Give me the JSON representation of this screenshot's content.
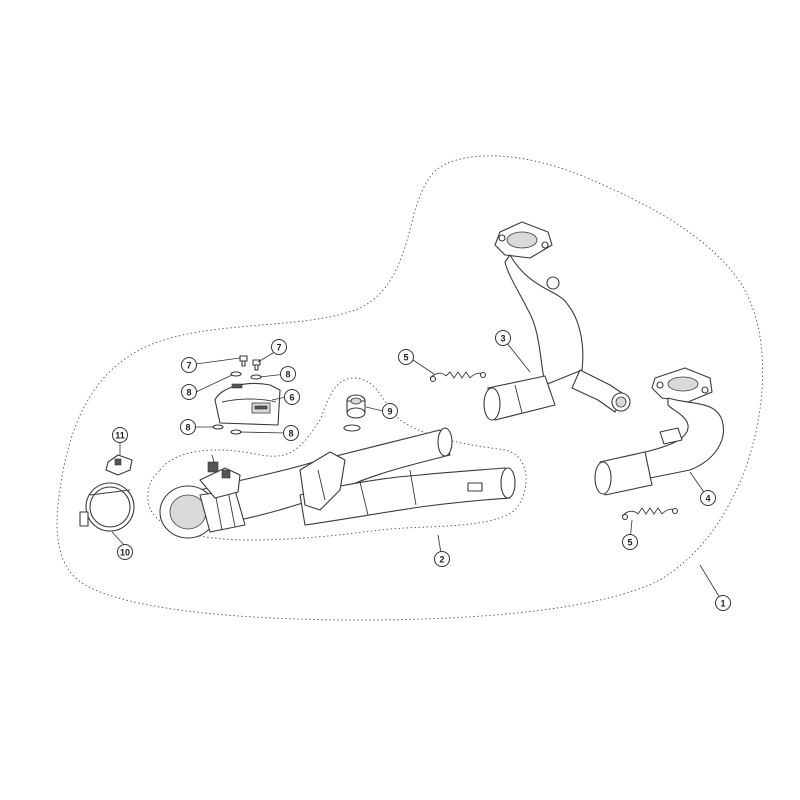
{
  "diagram": {
    "callouts": [
      {
        "id": "c1",
        "label": "1"
      },
      {
        "id": "c2",
        "label": "2"
      },
      {
        "id": "c3",
        "label": "3"
      },
      {
        "id": "c4",
        "label": "4"
      },
      {
        "id": "c5a",
        "label": "5"
      },
      {
        "id": "c5b",
        "label": "5"
      },
      {
        "id": "c6",
        "label": "6"
      },
      {
        "id": "c7a",
        "label": "7"
      },
      {
        "id": "c7b",
        "label": "7"
      },
      {
        "id": "c8a",
        "label": "8"
      },
      {
        "id": "c8b",
        "label": "8"
      },
      {
        "id": "c8c",
        "label": "8"
      },
      {
        "id": "c8d",
        "label": "8"
      },
      {
        "id": "c9",
        "label": "9"
      },
      {
        "id": "c10",
        "label": "10"
      },
      {
        "id": "c11",
        "label": "11"
      }
    ]
  }
}
